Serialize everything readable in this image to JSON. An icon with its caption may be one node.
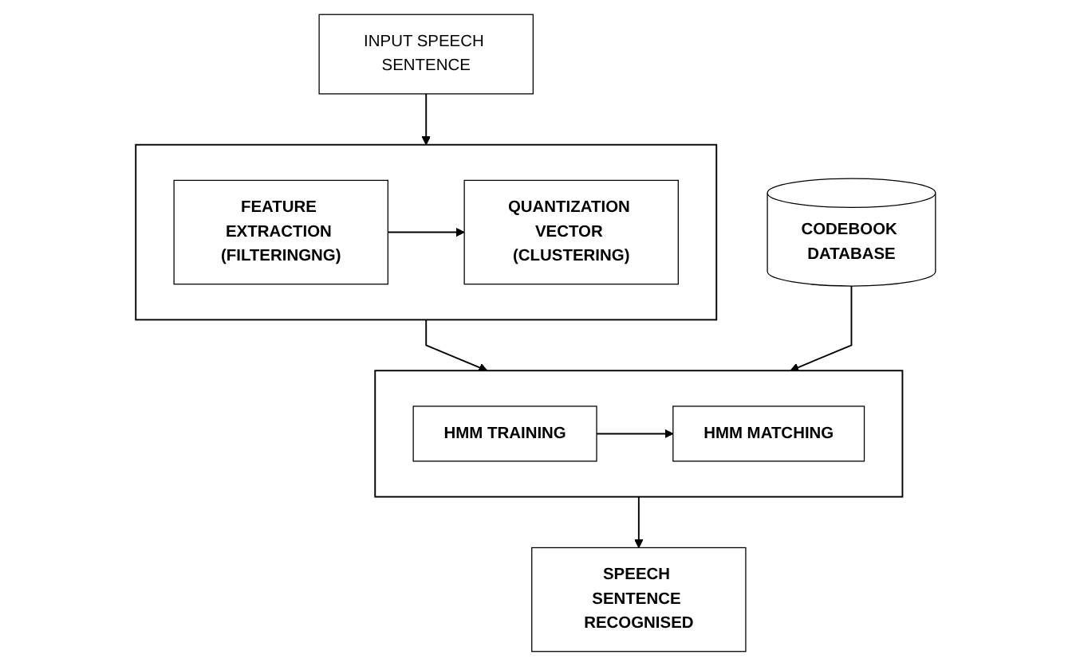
{
  "diagram": {
    "nodes": [
      {
        "text": [
          "INPUT SPEECH SENTENCE"
        ]
      },
      {
        "text": [],
        "shape": "box"
      },
      {
        "text": [
          "FEATURE EXTRACTION (FILTERINGNG)"
        ],
        "in": 1
      },
      {
        "text": [
          "QUANTIZATION VECTOR (CLUSTERING)"
        ],
        "in": 1
      },
      {
        "text": [],
        "shape": "box"
      },
      {
        "text": [
          "HMM TRAINING"
        ],
        "in": 4
      },
      {
        "text": [
          "HMM MATCHING"
        ],
        "in": 4
      },
      {
        "text": [
          "CODEBOOK DATABASE"
        ]
      },
      {
        "text": [
          "SPEECH SENTENCE RECOGNISED"
        ]
      }
    ],
    "edges": [
      {
        "from": 0,
        "to": 1,
        "arrow": "to"
      },
      {
        "from": 2,
        "to": 3,
        "arrow": "to"
      },
      {
        "from": 1,
        "to": 4,
        "arrow": "to"
      },
      {
        "from": 5,
        "to": 6,
        "arrow": "to"
      },
      {
        "from": 7,
        "to": 4,
        "arrow": "to"
      },
      {
        "from": 4,
        "to": 8,
        "arrow": "to"
      }
    ]
  }
}
